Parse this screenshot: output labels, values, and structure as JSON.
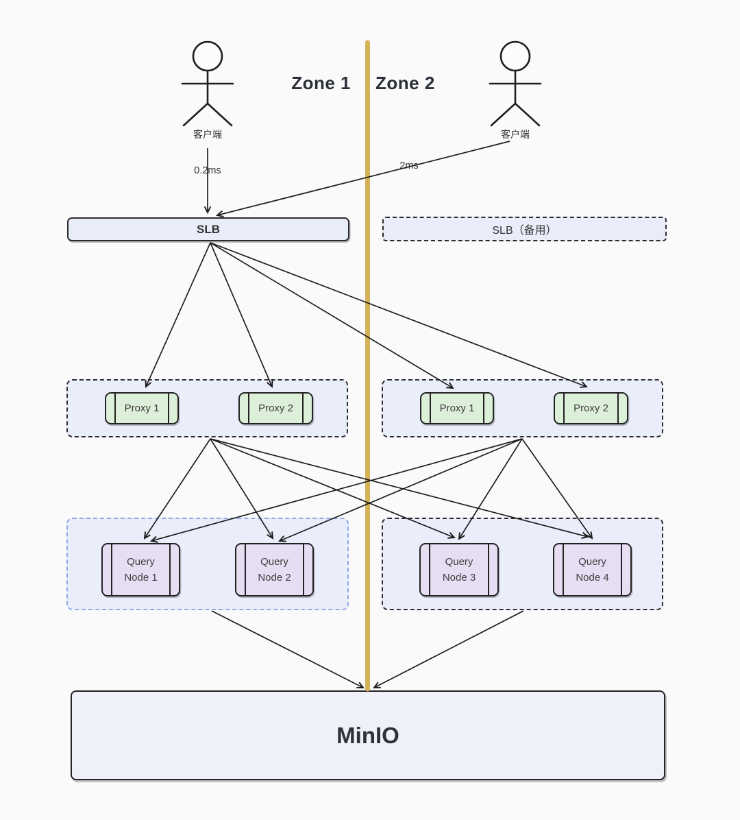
{
  "zones": {
    "left_label": "Zone 1",
    "right_label": "Zone 2"
  },
  "clients": {
    "left": {
      "label": "客户端",
      "latency": "0.2ms"
    },
    "right": {
      "label": "客户端",
      "latency": "2ms"
    }
  },
  "load_balancers": {
    "primary": {
      "label": "SLB"
    },
    "backup": {
      "label": "SLB（备用）"
    }
  },
  "proxy_groups": {
    "zone1": {
      "items": [
        {
          "label": "Proxy 1"
        },
        {
          "label": "Proxy 2"
        }
      ]
    },
    "zone2": {
      "items": [
        {
          "label": "Proxy 1"
        },
        {
          "label": "Proxy 2"
        }
      ]
    }
  },
  "query_groups": {
    "zone1": {
      "items": [
        {
          "label": "Query Node 1"
        },
        {
          "label": "Query Node 2"
        }
      ]
    },
    "zone2": {
      "items": [
        {
          "label": "Query Node 3"
        },
        {
          "label": "Query Node 4"
        }
      ]
    }
  },
  "storage": {
    "label": "MinIO"
  },
  "colors": {
    "background": "#fafafa",
    "zone_divider": "#d4b258",
    "container_fill": "#eaeefb",
    "slb_fill": "#e9edf9",
    "proxy_fill": "#dcefd8",
    "query_fill": "#e8def4",
    "zone1_query_border": "#93a7e8",
    "ink": "#1f1f1f"
  }
}
